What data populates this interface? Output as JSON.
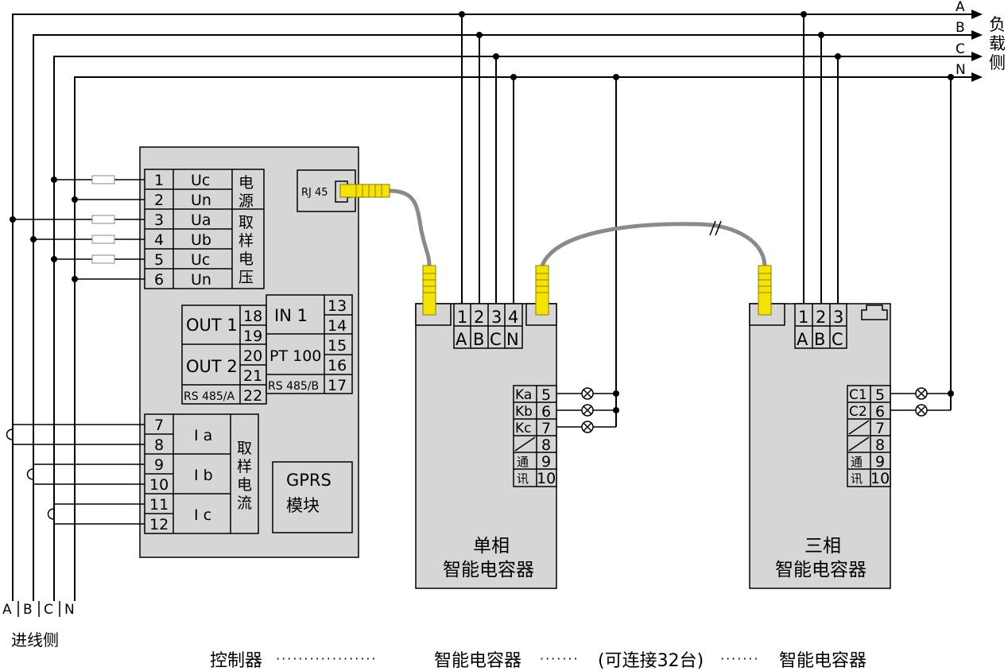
{
  "bus": {
    "labels": [
      "A",
      "B",
      "C",
      "N"
    ],
    "load_side": [
      "负",
      "载",
      "侧"
    ],
    "incoming_side": "进线侧"
  },
  "controller": {
    "rj45": "RJ 45",
    "terminals": [
      "1",
      "2",
      "3",
      "4",
      "5",
      "6"
    ],
    "signals": [
      "Uc",
      "Un",
      "Ua",
      "Ub",
      "Uc",
      "Un"
    ],
    "power_label": [
      "电",
      "源"
    ],
    "voltage_label": [
      "取",
      "样",
      "电",
      "压"
    ],
    "io_left": [
      "OUT 1",
      "OUT 2",
      "RS 485/A"
    ],
    "io_left_nums": [
      "18",
      "19",
      "20",
      "21",
      "22"
    ],
    "io_right": [
      "IN 1",
      "PT 100",
      "RS 485/B"
    ],
    "io_right_nums": [
      "13",
      "14",
      "15",
      "16",
      "17"
    ],
    "current_terminals": [
      "7",
      "8",
      "9",
      "10",
      "11",
      "12"
    ],
    "current_signals": [
      "I a",
      "I b",
      "I c"
    ],
    "current_label": [
      "取",
      "样",
      "电",
      "流"
    ],
    "gprs": [
      "GPRS",
      "模块"
    ]
  },
  "single_phase": {
    "top_nums": [
      "1",
      "2",
      "3",
      "4"
    ],
    "top_letters": [
      "A",
      "B",
      "C",
      "N"
    ],
    "side_labels": [
      "Ka",
      "Kb",
      "Kc",
      "通",
      "讯"
    ],
    "side_nums": [
      "5",
      "6",
      "7",
      "8",
      "9",
      "10"
    ],
    "name": [
      "单相",
      "智能电容器"
    ]
  },
  "three_phase": {
    "top_nums": [
      "1",
      "2",
      "3"
    ],
    "top_letters": [
      "A",
      "B",
      "C"
    ],
    "side_labels": [
      "C1",
      "C2",
      "通",
      "讯"
    ],
    "side_nums": [
      "5",
      "6",
      "7",
      "8",
      "9",
      "10"
    ],
    "name": [
      "三相",
      "智能电容器"
    ]
  },
  "caption": {
    "controller": "控制器",
    "capacitor_1": "智能电容器",
    "note": "(可连接32台)",
    "capacitor_2": "智能电容器"
  }
}
